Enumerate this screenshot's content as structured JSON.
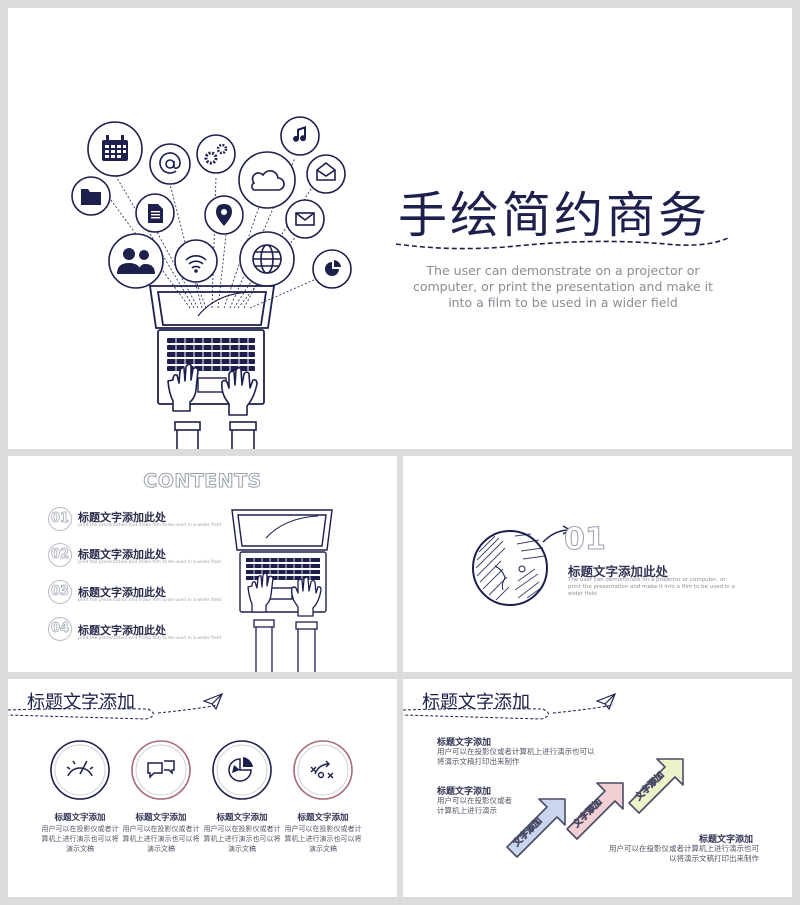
{
  "slide1": {
    "title": "手绘简约商务",
    "subtitle": "The user can demonstrate on a projector or computer, or print the presentation and make it into a film to be used in a wider field"
  },
  "slide2": {
    "heading": "CONTENTS",
    "items": [
      {
        "num": "01",
        "title": "标题文字添加此处",
        "desc": "print the presentation and make film to be used in a wider field"
      },
      {
        "num": "02",
        "title": "标题文字添加此处",
        "desc": "print the presentation and make film to be used in a wider field"
      },
      {
        "num": "03",
        "title": "标题文字添加此处",
        "desc": "print the presentation and make film to be used in a wider field"
      },
      {
        "num": "04",
        "title": "标题文字添加此处",
        "desc": "print the presentation and make film to be used in a wider field"
      }
    ]
  },
  "slide3": {
    "num": "01",
    "title": "标题文字添加此处",
    "desc": "The user can demonstrate on a projector or computer, or print the presentation and make it into a film to be used in a wider field"
  },
  "slide4": {
    "heading": "标题文字添加",
    "features": [
      {
        "icon": "speedometer-icon",
        "title": "标题文字添加",
        "desc": "用户可以在投影仪或者计算机上进行演示也可以将演示文稿"
      },
      {
        "icon": "chat-bubbles-icon",
        "title": "标题文字添加",
        "desc": "用户可以在投影仪或者计算机上进行演示也可以将演示文稿"
      },
      {
        "icon": "pie-chart-icon",
        "title": "标题文字添加",
        "desc": "用户可以在投影仪或者计算机上进行演示也可以将演示文稿"
      },
      {
        "icon": "strategy-play-icon",
        "title": "标题文字添加",
        "desc": "用户可以在投影仪或者计算机上进行演示也可以将演示文稿"
      }
    ]
  },
  "slide5": {
    "heading": "标题文字添加",
    "points": [
      {
        "title": "标题文字添加",
        "desc": "用户可以在投影仪或者计算机上进行演示也可以将演示文稿打印出来制作"
      },
      {
        "title": "标题文字添加",
        "desc": "用户可以在投影仪或者计算机上进行演示"
      },
      {
        "title": "标题文字添加",
        "desc": "用户可以在投影仪或者计算机上进行演示也可以将演示文稿打印出来制作"
      }
    ],
    "arrows": [
      "文字添加",
      "文字添加",
      "文字添加"
    ]
  },
  "colors": {
    "ink": "#1d1f4d",
    "gray_text": "#8b8c95",
    "arrow_blue": "#c9d6ee",
    "arrow_pink": "#f2cfd3",
    "arrow_yellow": "#eef2c9"
  }
}
